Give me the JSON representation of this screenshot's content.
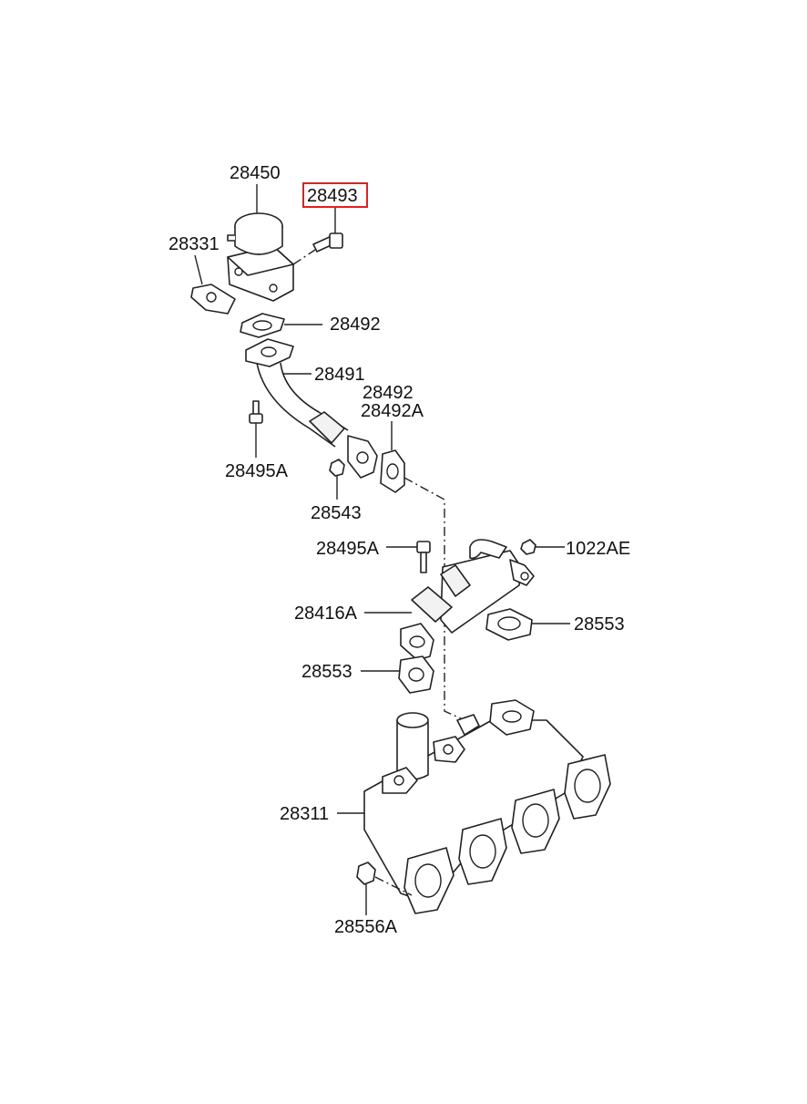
{
  "diagram": {
    "highlight_color": "#e02020",
    "highlighted_part": "28493",
    "labels": {
      "p28450": "28450",
      "p28493": "28493",
      "p28331": "28331",
      "p28492_top": "28492",
      "p28491": "28491",
      "p28492_mid": "28492",
      "p28492A": "28492A",
      "p28495A_left": "28495A",
      "p28543": "28543",
      "p28495A_mid": "28495A",
      "p1022AE": "1022AE",
      "p28416A": "28416A",
      "p28553_right": "28553",
      "p28553_left": "28553",
      "p28311": "28311",
      "p28556A": "28556A"
    }
  }
}
